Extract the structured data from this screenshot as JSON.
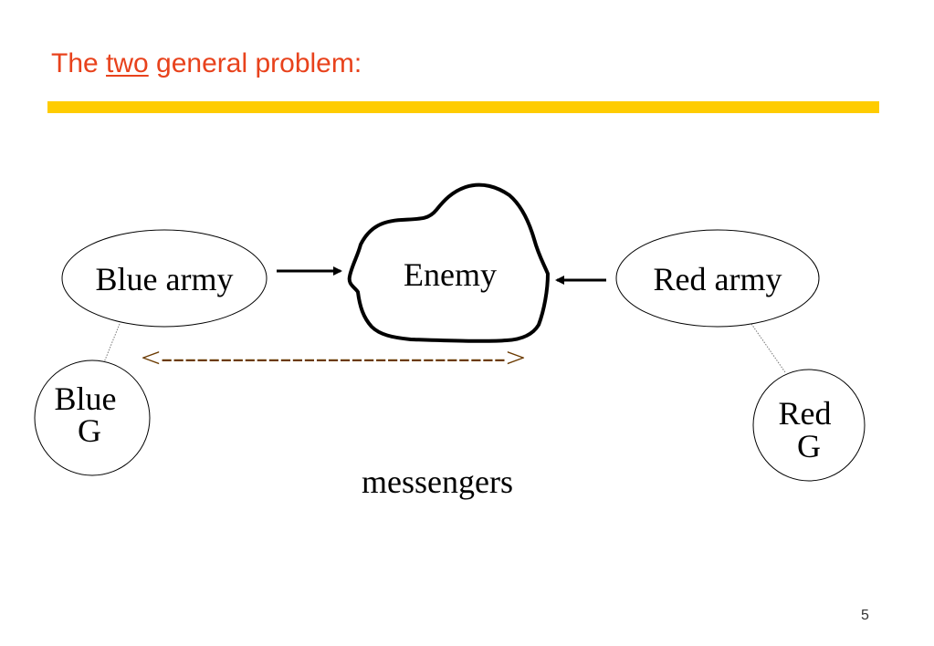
{
  "slide": {
    "title_prefix": "The ",
    "title_emphasis": "two",
    "title_suffix": " general problem:",
    "page_number": "5"
  },
  "colors": {
    "title": "#e8421c",
    "rule": "#ffcc00",
    "message_arrow": "#6b3a00",
    "ink": "#000000"
  },
  "diagram": {
    "blue_army": "Blue army",
    "red_army": "Red army",
    "enemy": "Enemy",
    "blue_general": [
      "Blue",
      "G"
    ],
    "red_general": [
      "Red",
      "G"
    ],
    "message_channel": "<----------------------------->",
    "messengers": "messengers"
  }
}
